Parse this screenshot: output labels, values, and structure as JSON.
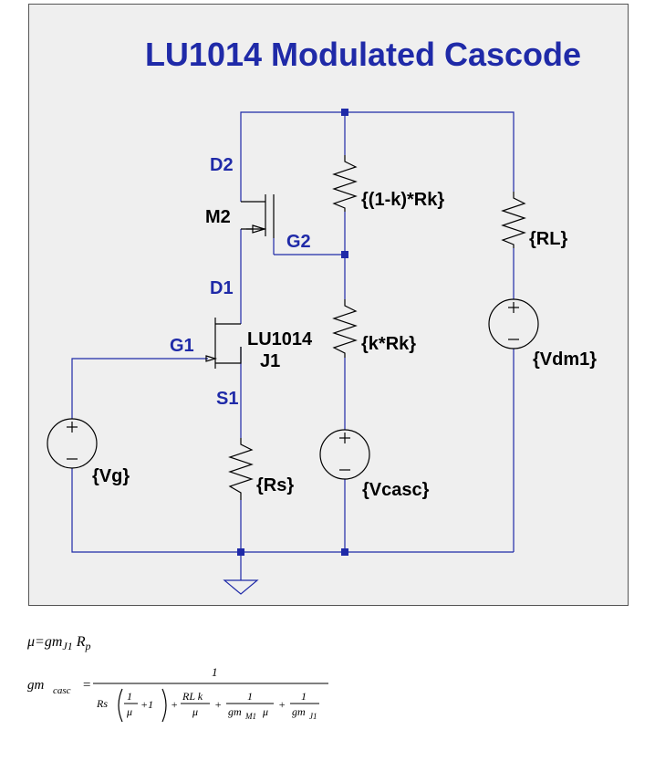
{
  "title": "LU1014 Modulated Cascode",
  "nodes": {
    "d2": "D2",
    "g2": "G2",
    "d1": "D1",
    "g1": "G1",
    "s1": "S1"
  },
  "components": {
    "m2": "M2",
    "j1_model": "LU1014",
    "j1": "J1",
    "r_top": "{(1-k)*Rk}",
    "r_bottom": "{k*Rk}",
    "r_load": "{RL}",
    "r_source": "{Rs}",
    "v_gate": "{Vg}",
    "v_casc": "{Vcasc}",
    "v_dm1": "{Vdm1}"
  },
  "colors": {
    "wire": "#1f2aa8",
    "component": "#000000",
    "panel": "#efefef"
  },
  "formulas": {
    "mu_lhs": "μ",
    "mu_eq": "=",
    "mu_gm": "gm",
    "mu_gm_sub": "J1",
    "mu_r": "R",
    "mu_r_sub": "p",
    "gm_lhs": "gm",
    "gm_lhs_sub": "casc",
    "gm_eq": "=",
    "numerator": "1",
    "rs": "Rs",
    "frac1_num": "1",
    "frac1_den": "μ",
    "plus1": "+1",
    "plus": "+",
    "frac2_num": "RL k",
    "frac2_den": "μ",
    "frac3_num": "1",
    "frac3_den_gm": "gm",
    "frac3_den_sub": "M1",
    "frac3_den_mu": "μ",
    "frac4_num": "1",
    "frac4_den_gm": "gm",
    "frac4_den_sub": "J1"
  }
}
